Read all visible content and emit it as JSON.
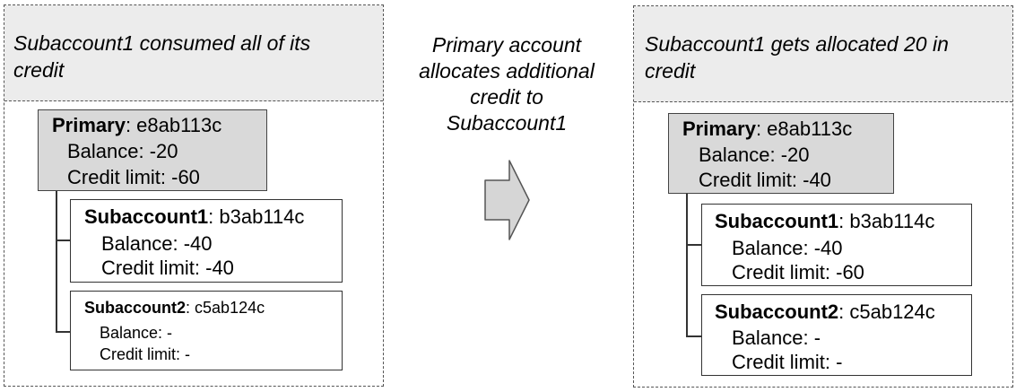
{
  "left": {
    "title_line1": "Subaccount1 consumed all of its",
    "title_line2": "credit",
    "primary": {
      "name": "Primary",
      "id": ": e8ab113c",
      "balance": "Balance: -20",
      "credit": "Credit limit: -60"
    },
    "sub1": {
      "name": "Subaccount1",
      "id": ": b3ab114c",
      "balance": "Balance: -40",
      "credit": "Credit limit: -40"
    },
    "sub2": {
      "name": "Subaccount2",
      "id": ": c5ab124c",
      "balance": "Balance: -",
      "credit": "Credit limit: -"
    }
  },
  "middle": {
    "line1": "Primary account",
    "line2": "allocates additional",
    "line3": "credit to",
    "line4": "Subaccount1",
    "arrow_icon": "right-arrow-icon"
  },
  "right": {
    "title_line1": "Subaccount1 gets allocated 20 in",
    "title_line2": "credit",
    "primary": {
      "name": "Primary",
      "id": ": e8ab113c",
      "balance": "Balance: -20",
      "credit": "Credit limit: -40"
    },
    "sub1": {
      "name": "Subaccount1",
      "id": ": b3ab114c",
      "balance": "Balance: -40",
      "credit": "Credit limit: -60"
    },
    "sub2": {
      "name": "Subaccount2",
      "id": ": c5ab124c",
      "balance": "Balance: -",
      "credit": "Credit limit: -"
    }
  },
  "colors": {
    "panel_header": "#ececec",
    "primary_box": "#d9d9d9",
    "arrow_fill": "#d6d6d6"
  }
}
